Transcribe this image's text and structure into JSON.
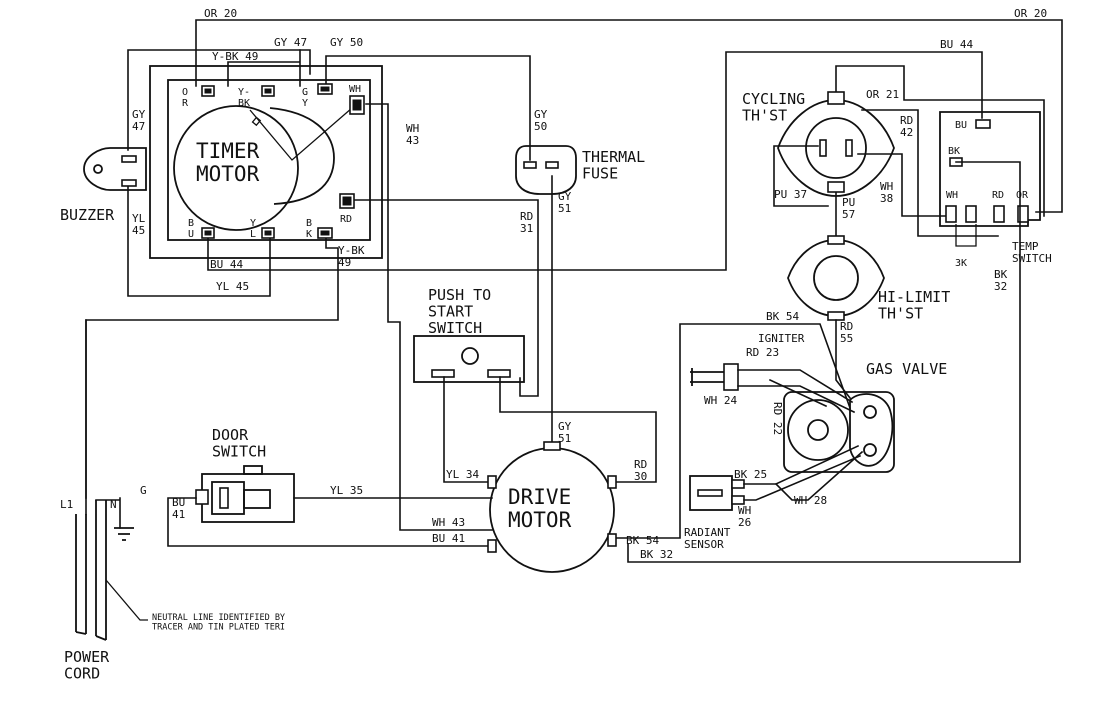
{
  "components": {
    "timer_motor": "TIMER\nMOTOR",
    "buzzer": "BUZZER",
    "thermal_fuse": "THERMAL\nFUSE",
    "cycling_thermostat": "CYCLING\nTH'ST",
    "temp_switch": "TEMP\nSWITCH",
    "hi_limit": "HI-LIMIT\nTH'ST",
    "push_to_start": "PUSH TO\nSTART\nSWITCH",
    "door_switch": "DOOR\nSWITCH",
    "drive_motor": "DRIVE\nMOTOR",
    "igniter": "IGNITER",
    "gas_valve": "GAS VALVE",
    "radiant_sensor": "RADIANT\nSENSOR",
    "power_cord": "POWER\nCORD",
    "neutral_note": "NEUTRAL LINE IDENTIFIED BY\nTRACER AND TIN PLATED TERI"
  },
  "timer_terminals": {
    "or": "O\nR",
    "ybk": "Y-\nBK",
    "gy": "G\nY",
    "wh": "WH",
    "rd": "RD",
    "bu": "B\nU",
    "yl": "Y\nL",
    "bk": "B\nK"
  },
  "temp_terminals": {
    "bu": "BU",
    "bk": "BK",
    "wh": "WH",
    "rd": "RD",
    "or": "OR",
    "res": "3K"
  },
  "cord_terminals": {
    "l1": "L1",
    "n": "N",
    "g": "G"
  },
  "wires": {
    "or20_top": "OR 20",
    "or20_right": "OR 20",
    "gy47_top": "GY 47",
    "gy50_top": "GY 50",
    "ybk49_top": "Y-BK 49",
    "bu44_top": "BU 44",
    "gy47_left": "GY\n47",
    "yl45_left": "YL\n45",
    "wh43_timer": "WH\n43",
    "gy50_fuse": "GY\n50",
    "gy51_fuse": "GY\n51",
    "rd31": "RD\n31",
    "bu44_bottom": "BU 44",
    "ybk49_bottom": "Y-BK\n49",
    "yl45_bottom": "YL 45",
    "or21": "OR 21",
    "rd42": "RD\n42",
    "wh38": "WH\n38",
    "pu37": "PU 37",
    "pu57": "PU\n57",
    "bk32_right": "BK\n32",
    "bk54_top": "BK 54",
    "rd55": "RD\n55",
    "rd23": "RD 23",
    "wh24": "WH 24",
    "rd22": "RD 22",
    "bk25": "BK 25",
    "wh26": "WH\n26",
    "wh28": "WH 28",
    "gy51_motor": "GY\n51",
    "yl34": "YL 34",
    "rd30": "RD\n30",
    "yl35": "YL 35",
    "bu41_door": "BU\n41",
    "wh43_motor": "WH 43",
    "bu41_motor": "BU 41",
    "bk54_motor": "BK 54",
    "bk32_motor": "BK 32"
  }
}
